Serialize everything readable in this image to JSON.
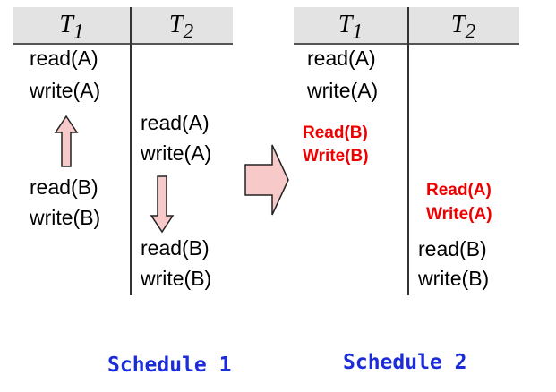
{
  "schedule1": {
    "headers": [
      "T1",
      "T2"
    ],
    "t1_ops": [
      "read(A)",
      "write(A)",
      "read(B)",
      "write(B)"
    ],
    "t2_ops": [
      "read(A)",
      "write(A)",
      "read(B)",
      "write(B)"
    ],
    "caption": "Schedule 1"
  },
  "schedule2": {
    "headers": [
      "T1",
      "T2"
    ],
    "t1_ops": [
      "read(A)",
      "write(A)"
    ],
    "t1_moved": [
      "Read(B)",
      "Write(B)"
    ],
    "t2_moved": [
      "Read(A)",
      "Write(A)"
    ],
    "t2_ops": [
      "read(B)",
      "write(B)"
    ],
    "caption": "Schedule 2"
  },
  "colors": {
    "moved": "#ee0000",
    "caption": "#1c2cd8",
    "arrow_fill": "#f7c9c9"
  }
}
